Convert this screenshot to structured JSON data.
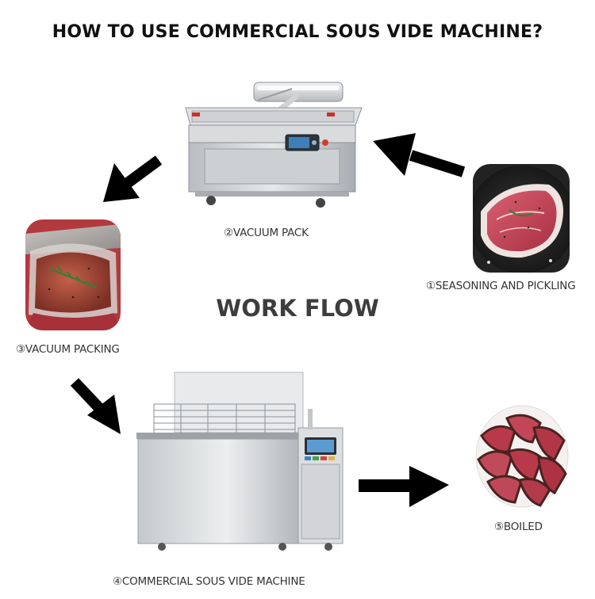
{
  "title": "HOW TO USE COMMERCIAL SOUS VIDE MACHINE?",
  "center_label": "WORK FLOW",
  "steps": [
    {
      "marker": "①",
      "label": "SEASONING AND PICKLING",
      "icon": "raw-steak-photo"
    },
    {
      "marker": "②",
      "label": "VACUUM PACK",
      "icon": "vacuum-packing-machine"
    },
    {
      "marker": "③",
      "label": "VACUUM PACKING",
      "icon": "vacuum-packed-meat-photo"
    },
    {
      "marker": "④",
      "label": "COMMERCIAL SOUS VIDE MACHINE",
      "icon": "sous-vide-machine"
    },
    {
      "marker": "⑤",
      "label": "BOILED",
      "icon": "sliced-cooked-beef-photo"
    }
  ],
  "colors": {
    "arrow": "#000000",
    "steel": "#c9ccd0",
    "meat": "#b8394a"
  }
}
